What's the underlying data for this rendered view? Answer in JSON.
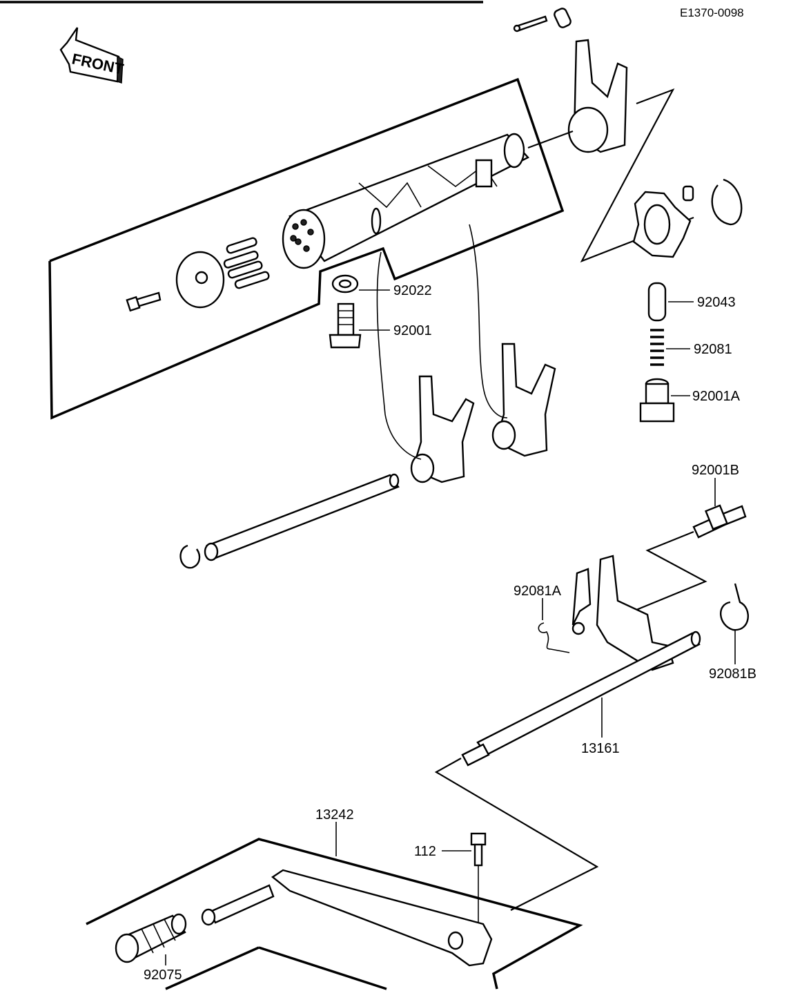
{
  "diagram": {
    "code": "E1370-0098",
    "front_label": "FRONT",
    "part_labels": {
      "p92022": "92022",
      "p92001": "92001",
      "p92043": "92043",
      "p92081": "92081",
      "p92001A": "92001A",
      "p92001B": "92001B",
      "p92081A": "92081A",
      "p92081B": "92081B",
      "p13161": "13161",
      "p13242": "13242",
      "p112": "112",
      "p92075": "92075"
    }
  }
}
